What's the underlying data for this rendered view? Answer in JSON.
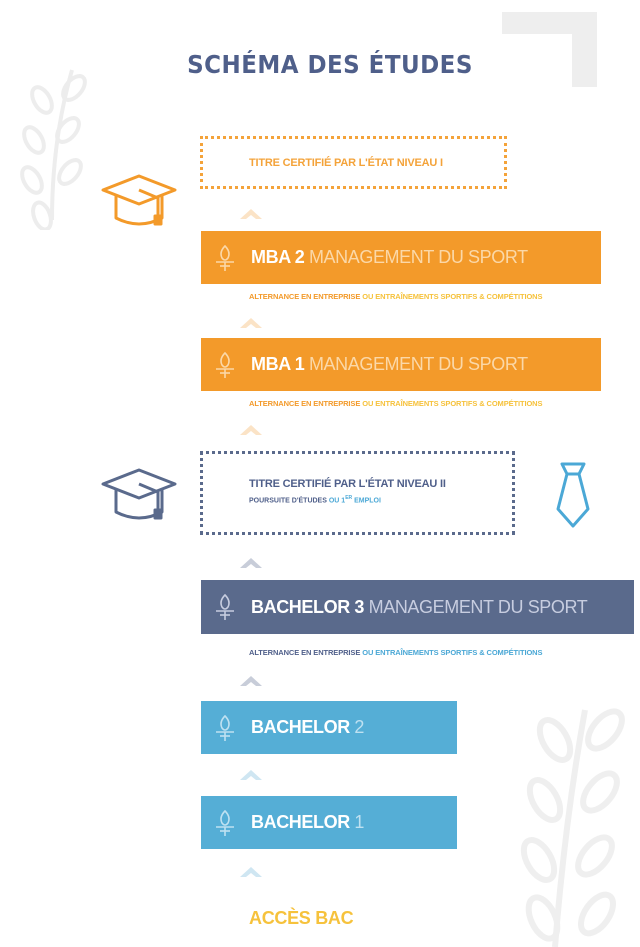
{
  "title": "SCHÉMA DES ÉTUDES",
  "certifications": [
    {
      "text": "TITRE CERTIFIÉ PAR L'ÉTAT NIVEAU I"
    },
    {
      "text": "TITRE CERTIFIÉ PAR L'ÉTAT NIVEAU II",
      "sub_a": "POURSUITE D'ÉTUDES ",
      "sub_b": "OU 1",
      "sub_sup": "ER",
      "sub_c": " EMPLOI"
    }
  ],
  "programs": [
    {
      "level": "MBA 2",
      "rest": " MANAGEMENT DU SPORT"
    },
    {
      "level": "MBA 1",
      "rest": " MANAGEMENT DU SPORT"
    },
    {
      "level": "BACHELOR 3",
      "rest": " MANAGEMENT DU SPORT"
    },
    {
      "level": "BACHELOR",
      "rest": " 2"
    },
    {
      "level": "BACHELOR",
      "rest": " 1"
    }
  ],
  "alternance": {
    "a": "ALTERNANCE EN ENTREPRISE",
    "b": " OU ENTRAÎNEMENTS SPORTIFS & COMPÉTITIONS"
  },
  "entry": "ACCÈS BAC",
  "icons": {
    "program": "torch-icon",
    "cert": "graduation-cap-icon",
    "employment": "tie-icon"
  },
  "colors": {
    "orange": "#f39a2a",
    "navy": "#5a6a8c",
    "sky": "#55aed6",
    "yellow": "#f6c23c",
    "title": "#4f5f8a"
  }
}
